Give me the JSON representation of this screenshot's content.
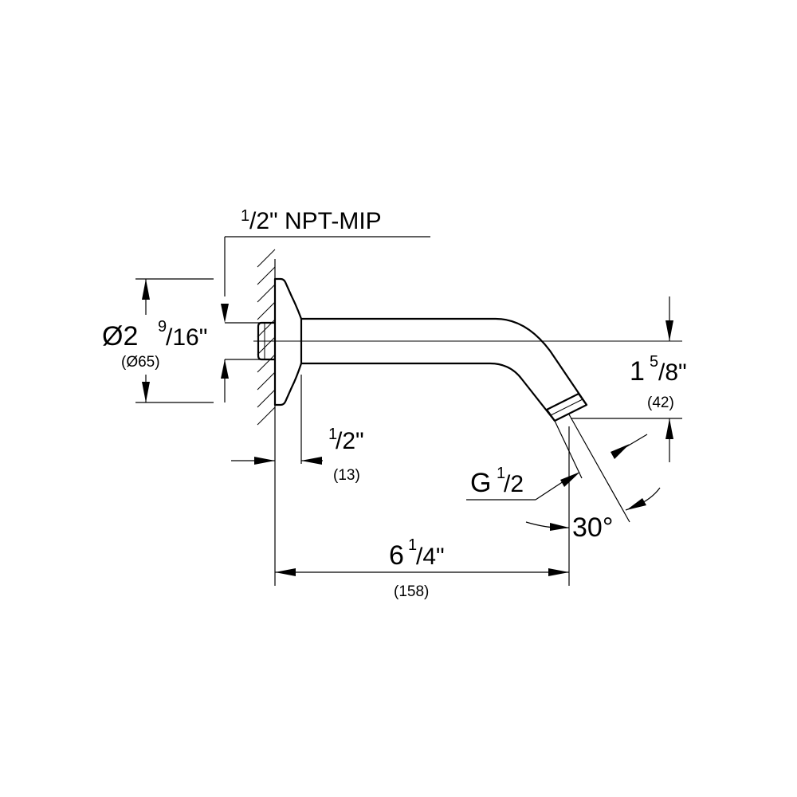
{
  "labels": {
    "thread_top_num": "1",
    "thread_top_rest": "/2\" NPT-MIP",
    "dia_main": "Ø2",
    "dia_num": "9",
    "dia_den": "/16\"",
    "dia_mm": "(Ø65)",
    "flange_num": "1",
    "flange_den": "/2\"",
    "flange_mm": "(13)",
    "drop_whole": "1",
    "drop_num": "5",
    "drop_den": "/8\"",
    "drop_mm": "(42)",
    "outlet_g": "G",
    "outlet_num": "1",
    "outlet_den": "/2",
    "angle": "30°",
    "length_whole": "6",
    "length_num": "1",
    "length_den": "/4\"",
    "length_mm": "(158)"
  }
}
